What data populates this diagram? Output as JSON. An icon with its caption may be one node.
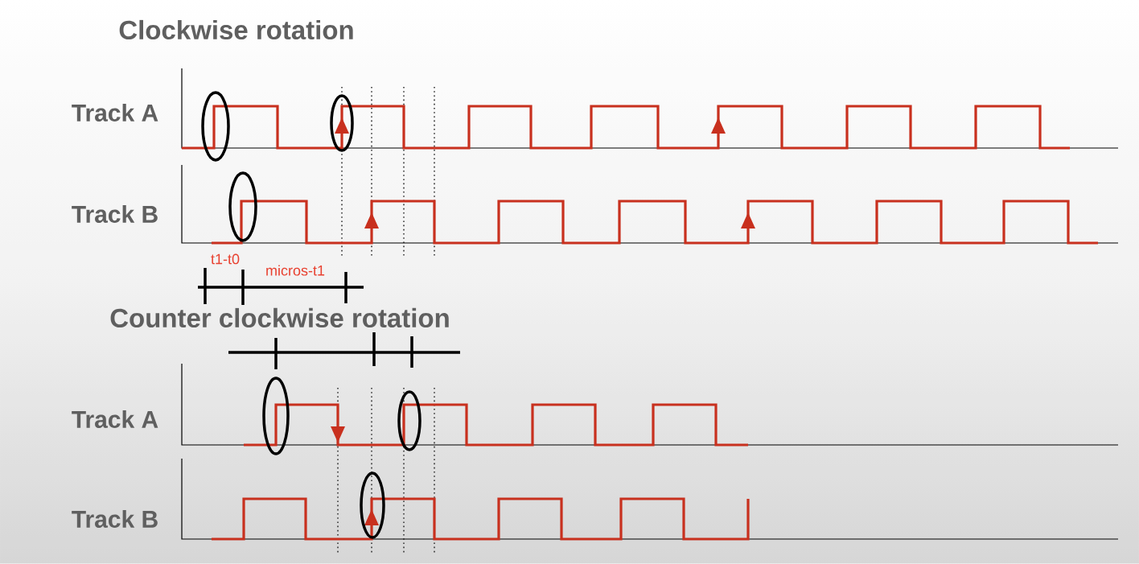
{
  "diagram": {
    "labels": [
      "Clockwise rotation",
      "Track A",
      "Track B",
      "t1-t0",
      "micros-t1",
      "Counter clockwise rotation",
      "Track A",
      "Track B"
    ]
  }
}
